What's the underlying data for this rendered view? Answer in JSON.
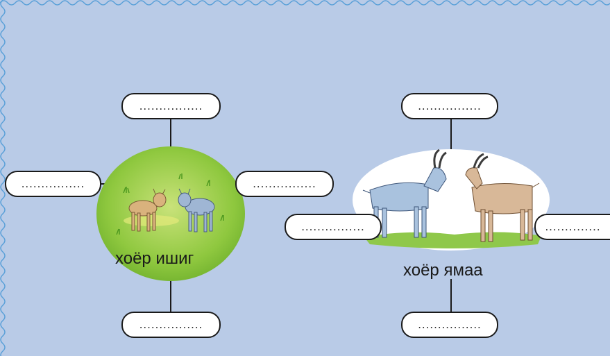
{
  "left_group": {
    "caption": "хоёр ишиг",
    "blanks": {
      "top": "................",
      "left": "................",
      "right": "................",
      "bottom": "................"
    },
    "image": "two-kids-goat-illustration"
  },
  "right_group": {
    "caption": "хоёр ямаа",
    "blanks": {
      "top": "................",
      "left": "................",
      "right": "..............",
      "bottom": "................"
    },
    "image": "two-goats-illustration"
  },
  "colors": {
    "background": "#b9cbe7",
    "border_wave": "#5aa0d8",
    "box_fill": "#ffffff",
    "line": "#1a1a1a"
  }
}
